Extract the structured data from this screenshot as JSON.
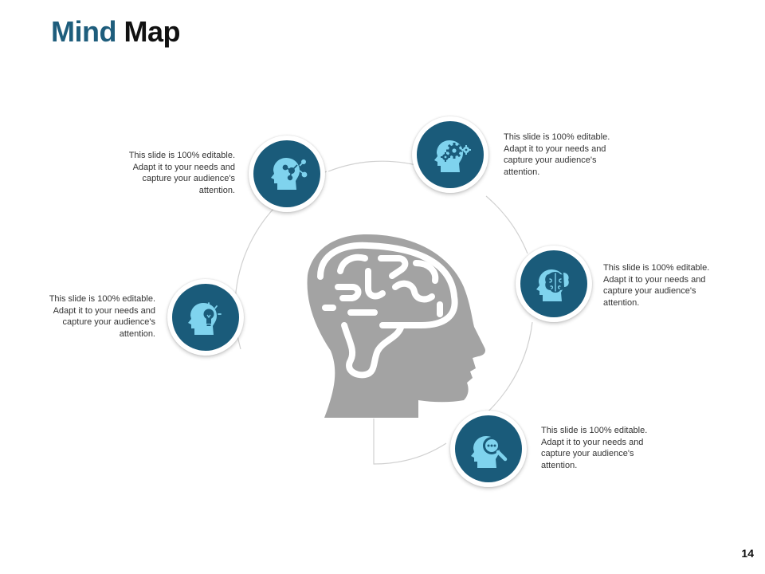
{
  "title": {
    "part1": "Mind",
    "part2": "Map"
  },
  "page_number": "14",
  "colors": {
    "title_accent": "#1e5d7c",
    "node_fill": "#1a5b7a",
    "icon_fill": "#7fd3ee",
    "head_fill": "#a3a3a3",
    "connector": "#d0d0d0"
  },
  "nodes": [
    {
      "icon": "head-network-icon",
      "text": "This slide is 100% editable. Adapt it to your needs and capture your audience's attention."
    },
    {
      "icon": "head-gears-icon",
      "text": "This slide is 100% editable. Adapt it to your needs and capture your audience's attention."
    },
    {
      "icon": "head-lightbulb-icon",
      "text": "This slide is 100% editable. Adapt it to your needs and capture your audience's attention."
    },
    {
      "icon": "head-brain-icon",
      "text": "This slide is 100% editable. Adapt it to your needs and capture your audience's attention."
    },
    {
      "icon": "head-search-icon",
      "text": "This slide is 100% editable. Adapt it to your needs and capture your audience's attention."
    }
  ]
}
